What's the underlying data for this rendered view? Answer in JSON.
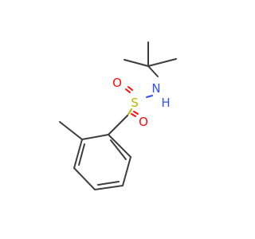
{
  "molecule": {
    "atoms": {
      "oxygen_top": {
        "symbol": "O",
        "color": "#ff0d0d"
      },
      "oxygen_bottom": {
        "symbol": "O",
        "color": "#ff0d0d"
      },
      "sulfur": {
        "symbol": "S",
        "color": "#b8b800"
      },
      "nitrogen": {
        "symbol": "N",
        "color": "#3050f8"
      },
      "amine_hydrogen": {
        "symbol": "H",
        "color": "#3050f8"
      }
    },
    "bond_color": "#3d3d3d"
  }
}
